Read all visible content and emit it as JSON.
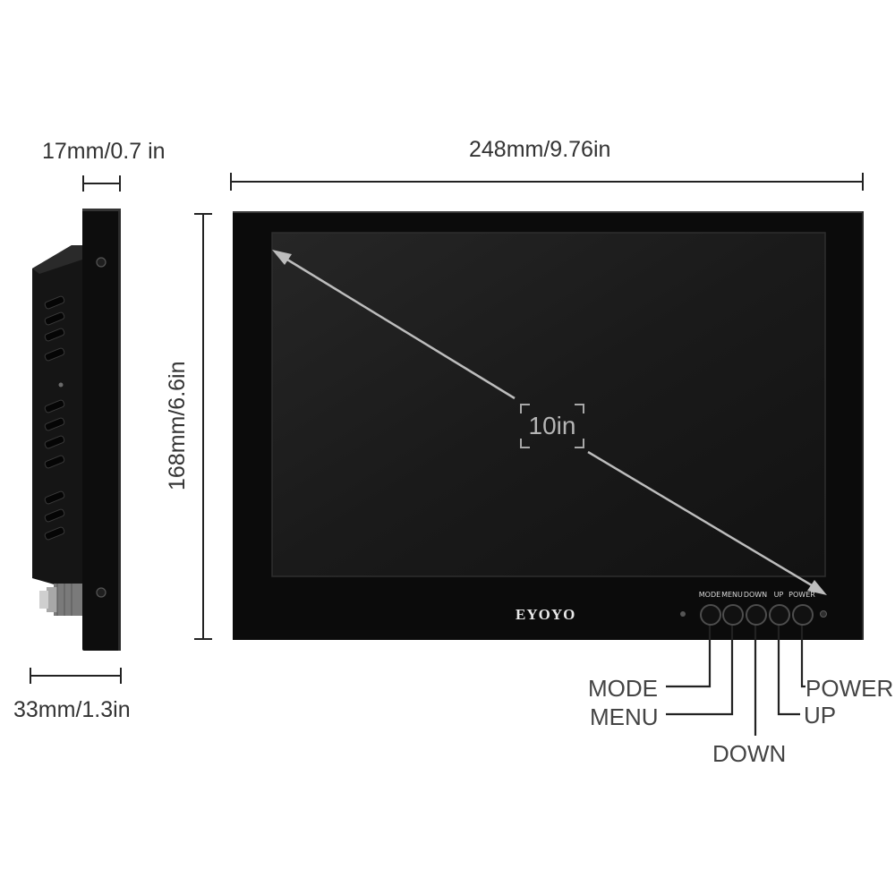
{
  "dimensions": {
    "depth_top": "17mm/0.7 in",
    "width": "248mm/9.76in",
    "height": "168mm/6.6in",
    "depth_bottom": "33mm/1.3in"
  },
  "screen": {
    "diagonal_label": "10in"
  },
  "brand": {
    "logo": "EYOYO"
  },
  "buttons": {
    "panel_labels": [
      "MODE",
      "MENU",
      "DOWN",
      "UP",
      "POWER"
    ],
    "callouts": {
      "mode": "MODE",
      "menu": "MENU",
      "down": "DOWN",
      "up": "UP",
      "power": "POWER"
    }
  },
  "colors": {
    "bezel": "#0b0b0b",
    "screen": "#161616",
    "dimension_line": "#222222",
    "diagonal_arrow": "#bdbdbd"
  }
}
